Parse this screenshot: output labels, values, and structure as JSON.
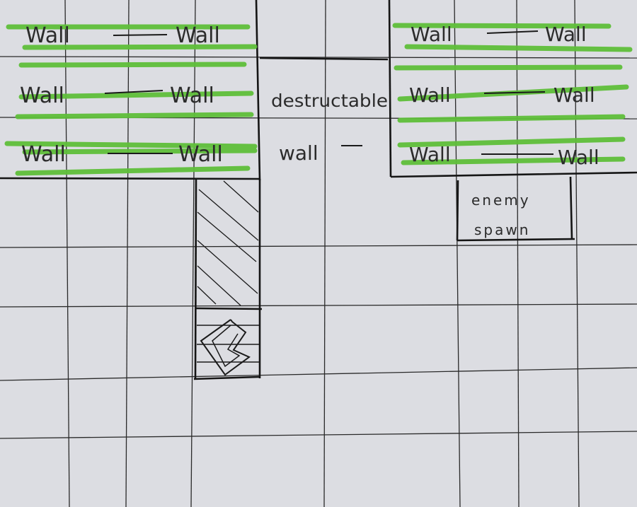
{
  "sheet": {
    "paper_color": "#dcdde2",
    "ink_color": "#1f1f1f",
    "highlight_color": "#5fbf3a"
  },
  "legend": {
    "wall_left": "Wall",
    "wall_right": "Wall",
    "wall_right_lower": "Wall",
    "destructable_word": "destructable",
    "destructable_wall_word": "wall",
    "enemy_word": "enemy",
    "spawn_word": "spawn"
  },
  "tiles": {
    "wall_icon": "horizontal-green-highlight-lines",
    "hatched_tile": "diagonal-hatching",
    "player_icon": "pacman-like-player-icon"
  }
}
